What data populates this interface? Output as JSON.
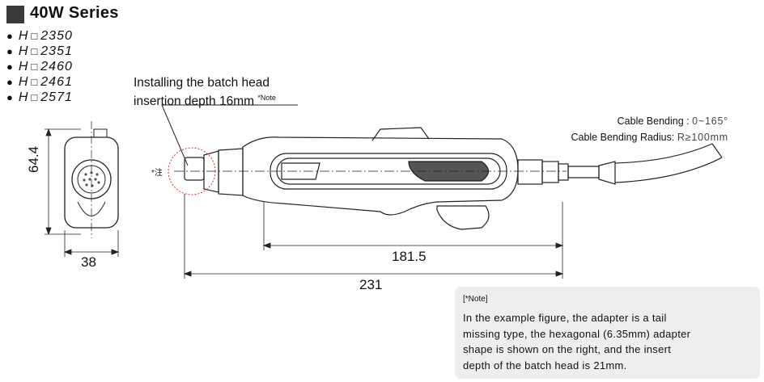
{
  "header": {
    "title": "40W Series"
  },
  "models": [
    {
      "prefix": "H",
      "box": "□",
      "number": "2350"
    },
    {
      "prefix": "H",
      "box": "□",
      "number": "2351"
    },
    {
      "prefix": "H",
      "box": "□",
      "number": "2460"
    },
    {
      "prefix": "H",
      "box": "□",
      "number": "2461"
    },
    {
      "prefix": "H",
      "box": "□",
      "number": "2571"
    }
  ],
  "bullet": "●",
  "annotation": {
    "line1": "Installing the batch head",
    "line2": "insertion depth 16mm",
    "note_ref": "*Note",
    "side_mark": "*注"
  },
  "cable": {
    "bending_label": "Cable Bending :",
    "bending_value": "0~165°",
    "radius_label": "Cable Bending Radius:",
    "radius_value": "R≥100mm"
  },
  "dimensions": {
    "height": "64.4",
    "width": "38",
    "body_length": "181.5",
    "total_length": "231"
  },
  "note": {
    "heading": "[*Note]",
    "text": "In the example figure, the adapter is a tail missing type, the hexagonal (6.35mm) adapter shape is shown on the right, and the insert depth of the batch head is 21mm."
  },
  "colors": {
    "highlight_circle": "#e03030",
    "note_bg": "#eeeeee"
  }
}
